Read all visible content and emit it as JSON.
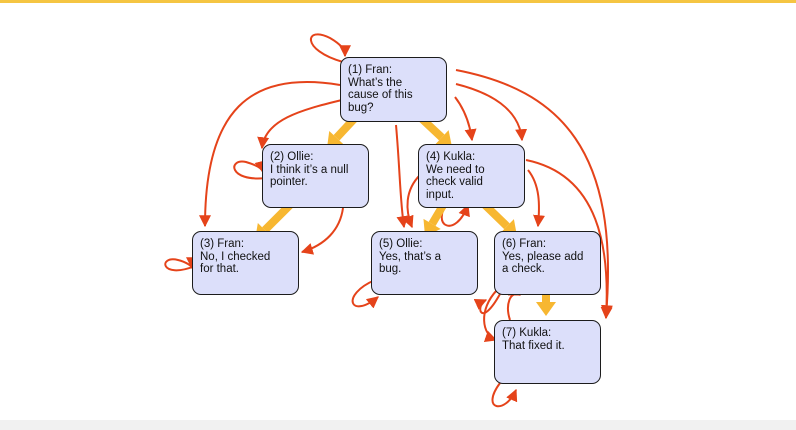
{
  "colors": {
    "reply_arrow": "#f7b731",
    "reference_arrow": "#e5431a",
    "node_fill": "#dcdffa",
    "node_border": "#1c1c1c",
    "top_rule": "#f5c542"
  },
  "nodes": [
    {
      "id": 1,
      "speaker": "(1) Fran:",
      "text": "What’s the\ncause of this\nbug?"
    },
    {
      "id": 2,
      "speaker": "(2) Ollie:",
      "text": "I think it’s a null\npointer."
    },
    {
      "id": 3,
      "speaker": "(3) Fran:",
      "text": "No, I checked\nfor that."
    },
    {
      "id": 4,
      "speaker": "(4) Kukla:",
      "text": "We need to\ncheck valid\ninput."
    },
    {
      "id": 5,
      "speaker": "(5) Ollie:",
      "text": "Yes, that’s a\nbug."
    },
    {
      "id": 6,
      "speaker": "(6) Fran:",
      "text": "Yes, please add\na check."
    },
    {
      "id": 7,
      "speaker": "(7) Kukla:",
      "text": "That fixed it."
    }
  ],
  "reply_edges": [
    [
      1,
      2
    ],
    [
      1,
      4
    ],
    [
      2,
      3
    ],
    [
      4,
      5
    ],
    [
      4,
      6
    ],
    [
      6,
      7
    ]
  ],
  "reference_edges": [
    [
      1,
      1
    ],
    [
      1,
      2
    ],
    [
      1,
      3
    ],
    [
      1,
      5
    ],
    [
      1,
      4
    ],
    [
      1,
      6
    ],
    [
      1,
      7
    ],
    [
      2,
      2
    ],
    [
      2,
      3
    ],
    [
      3,
      3
    ],
    [
      4,
      4
    ],
    [
      4,
      5
    ],
    [
      4,
      6
    ],
    [
      4,
      7
    ],
    [
      5,
      5
    ],
    [
      6,
      6
    ],
    [
      6,
      7
    ],
    [
      7,
      6
    ],
    [
      7,
      7
    ]
  ]
}
